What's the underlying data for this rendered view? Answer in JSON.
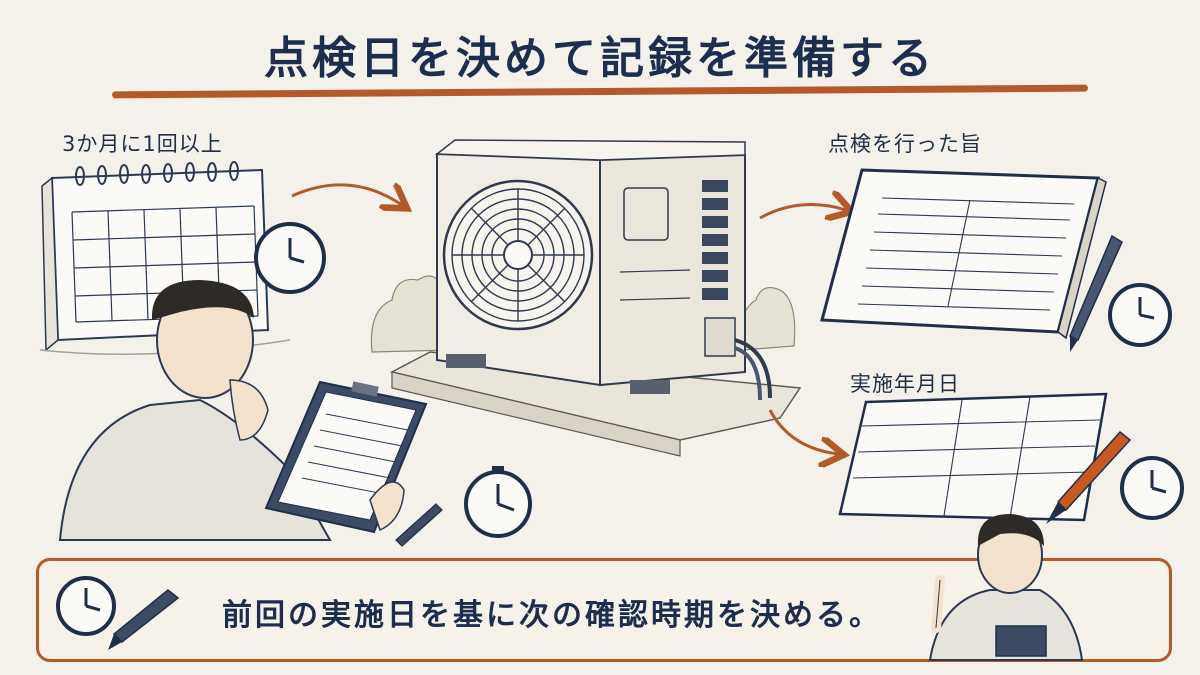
{
  "title": "点検日を決めて記録を準備する",
  "labels": {
    "frequency": "3か月に1回以上",
    "inspection_done": "点検を行った旨",
    "implementation_date": "実施年月日"
  },
  "footer": {
    "text": "前回の実施日を基に次の確認時期を決める。"
  },
  "colors": {
    "accent": "#b45a2a",
    "ink": "#1d2d4d",
    "background": "#f4f1ea"
  },
  "icons": [
    "calendar-icon",
    "clock-icon",
    "air-conditioner-outdoor-unit",
    "clipboard-icon",
    "stopwatch-icon",
    "logbook-icon",
    "pen-icon",
    "form-sheet-icon",
    "worker-avatar"
  ]
}
